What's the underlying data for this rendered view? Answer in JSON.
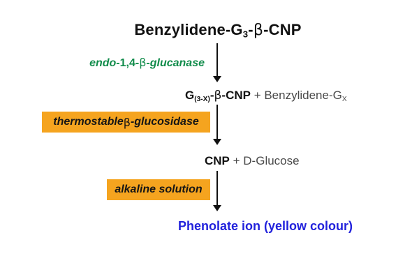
{
  "colors": {
    "orange_box": "#F5A41F",
    "enzyme_green": "#118C4B",
    "result_blue": "#2222DC",
    "ink_black": "#111111",
    "muted_gray": "#4A4A4A",
    "background": "#FFFFFF"
  },
  "diagram": {
    "title": {
      "prefix": "Benzylidene-G",
      "subscript": "3",
      "dash": "-",
      "beta": "β",
      "suffix": "-CNP"
    },
    "step1": {
      "enzyme_pre": "endo",
      "enzyme_mid": "-1,4-",
      "beta": "β",
      "enzyme_post": "-glucanase"
    },
    "product1": {
      "bold_g": "G",
      "subscript": "(3-X)",
      "dash": "-",
      "beta": "β",
      "bold_cnp": "-CNP",
      "plus": " + ",
      "byproduct": "Benzylidene-G",
      "byproduct_sub": "X"
    },
    "step2": {
      "label_pre": "thermostable ",
      "beta": "β",
      "label_post": "-glucosidase"
    },
    "product2": {
      "bold": "CNP",
      "plus": " + ",
      "rest": "D-Glucose"
    },
    "step3": {
      "label": "alkaline solution"
    },
    "result": {
      "label": "Phenolate ion (yellow colour)"
    }
  }
}
